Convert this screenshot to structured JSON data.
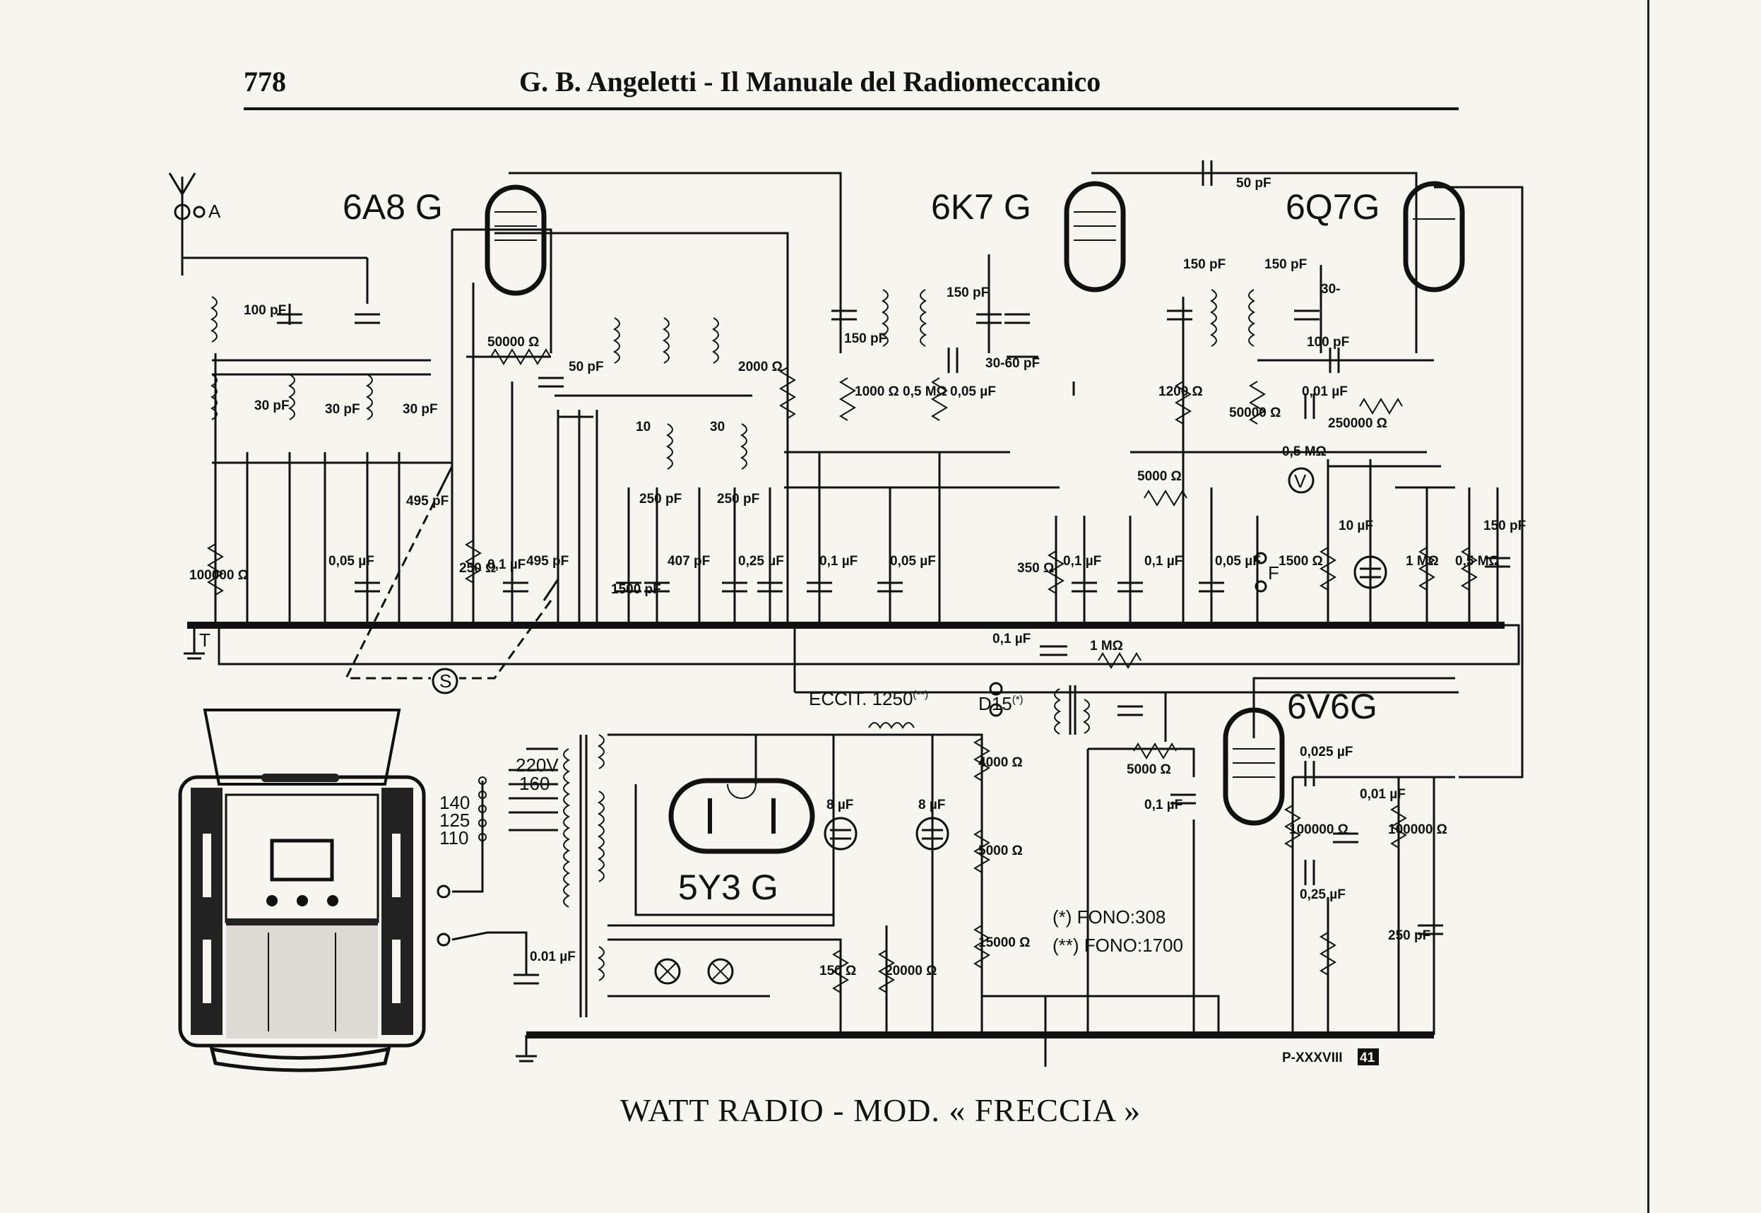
{
  "header": {
    "page_number": "778",
    "title": "G. B. Angeletti - Il Manuale del Radiomeccanico"
  },
  "caption": "WATT RADIO - MOD. « FRECCIA »",
  "tubes": [
    "6A8 G",
    "6K7 G",
    "6Q7G",
    "6V6G",
    "5Y3 G"
  ],
  "labels": {
    "antenna": "A",
    "ground": "T",
    "switch": "S",
    "volume": "V",
    "pickup": "F",
    "eccit": "ECCIT. 1250",
    "eccit_sup": "(**)",
    "d15": "D15",
    "d15_sup": "(*)",
    "fono1": "(*) FONO:308",
    "fono2": "(**) FONO:1700",
    "catalog": "P-XXXVIII",
    "catalog_box": "41",
    "v220": "220V",
    "v160": "160",
    "v140": "140",
    "v125": "125",
    "v110": "110"
  },
  "components": [
    "100 pF",
    "30 pF",
    "30 pF",
    "30 pF",
    "495 pF",
    "495 pF",
    "100000 Ω",
    "0,05 µF",
    "50000 Ω",
    "50 pF",
    "250 Ω",
    "0,1 µF",
    "10",
    "30",
    "1500 pF",
    "250 pF",
    "250 pF",
    "407 pF",
    "0,25 µF",
    "2000 Ω",
    "0,1 µF",
    "0,05 µF",
    "150 pF",
    "150 pF",
    "1000 Ω",
    "0,5 MΩ",
    "0,05 µF",
    "30-60 pF",
    "350 Ω",
    "0,1 µF",
    "0,1 µF",
    "5000 Ω",
    "50 pF",
    "150 pF",
    "150 pF",
    "30-",
    "1200 Ω",
    "100 pF",
    "0,01 µF",
    "250000 Ω",
    "50000 Ω",
    "0,5 MΩ",
    "0,05 µF",
    "1500 Ω",
    "10 µF",
    "1 MΩ",
    "0,5 MΩ",
    "150 pF",
    "0,1 µF",
    "1 MΩ",
    "5000 Ω",
    "0,1 µF",
    "0,025 µF",
    "100000 Ω",
    "0,01 µF",
    "100000 Ω",
    "0,25 µF",
    "250 pF",
    "8 µF",
    "8 µF",
    "4000 Ω",
    "5000 Ω",
    "15000 Ω",
    "150 Ω",
    "20000 Ω",
    "0.01 µF"
  ]
}
